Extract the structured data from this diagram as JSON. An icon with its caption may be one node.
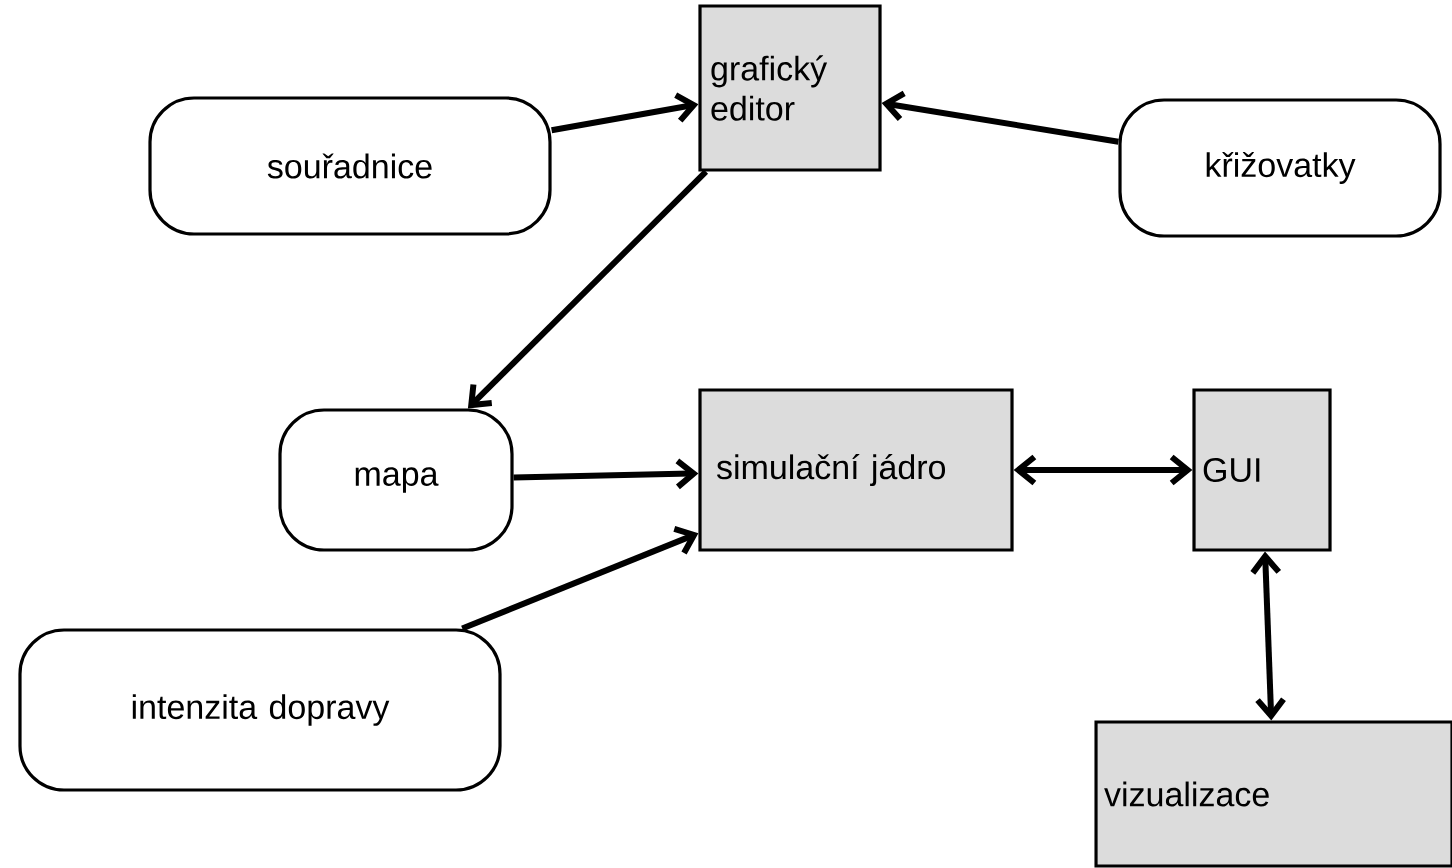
{
  "diagram": {
    "nodes": [
      {
        "text": [
          "souřadnice"
        ]
      },
      {
        "text": [
          "grafický editor"
        ]
      },
      {
        "text": [
          "křižovatky"
        ]
      },
      {
        "text": [
          "mapa"
        ]
      },
      {
        "text": [
          "simulační jádro"
        ]
      },
      {
        "text": [
          "GUI"
        ]
      },
      {
        "text": [
          "intenzita dopravy"
        ]
      },
      {
        "text": [
          "vizualizace"
        ]
      }
    ],
    "edges": [
      {
        "from": 0,
        "to": 1,
        "arrow": "to"
      },
      {
        "from": 2,
        "to": 1,
        "arrow": "to"
      },
      {
        "from": 1,
        "to": 3,
        "arrow": "to"
      },
      {
        "from": 3,
        "to": 4,
        "arrow": "to"
      },
      {
        "from": 6,
        "to": 4,
        "arrow": "to"
      },
      {
        "from": 4,
        "to": 5,
        "arrow": "both"
      },
      {
        "from": 5,
        "to": 7,
        "arrow": "both"
      }
    ]
  }
}
